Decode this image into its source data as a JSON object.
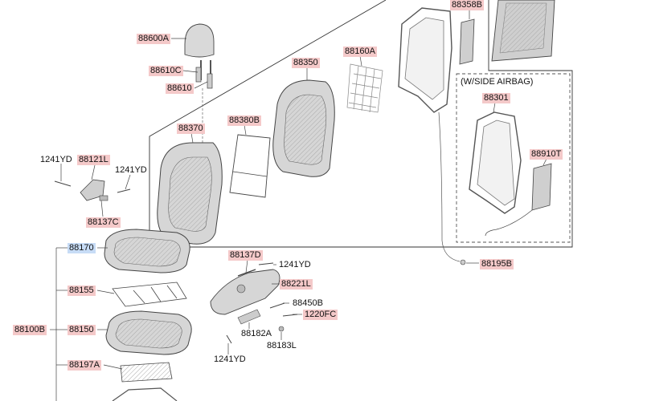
{
  "diagram": {
    "note": "(W/SIDE AIRBAG)",
    "labels": {
      "l88600A": "88600A",
      "l88610C": "88610C",
      "l88610": "88610",
      "l88350": "88350",
      "l88160A": "88160A",
      "l88358B": "88358B",
      "l88370": "88370",
      "l88380B": "88380B",
      "l88301": "88301",
      "l88910T": "88910T",
      "l1241YD_a": "1241YD",
      "l88121L": "88121L",
      "l1241YD_b": "1241YD",
      "l88137C": "88137C",
      "l88170": "88170",
      "l88137D": "88137D",
      "l1241YD_c": "1241YD",
      "l88195B": "88195B",
      "l88221L": "88221L",
      "l88155": "88155",
      "l88450B": "88450B",
      "l1220FC": "1220FC",
      "l88100B": "88100B",
      "l88150": "88150",
      "l88182A": "88182A",
      "l88183L": "88183L",
      "l1241YD_d": "1241YD",
      "l88197A": "88197A"
    },
    "label_colors": {
      "red": "#f4c9c9",
      "blue": "#c7dcf6"
    }
  }
}
